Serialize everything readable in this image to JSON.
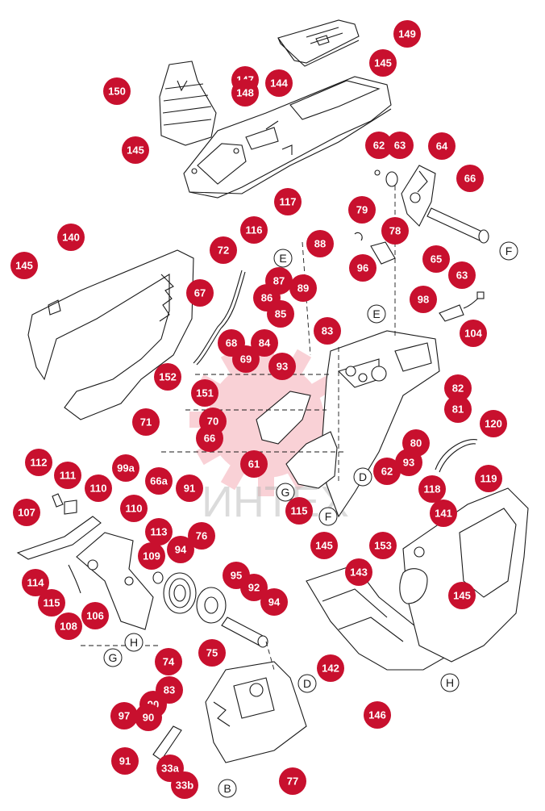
{
  "diagram": {
    "watermark_text": "ИНТЕХ",
    "callout_color": "#c8102e",
    "watermark_color": "#e8324a",
    "part_numbers": [
      "149",
      "145",
      "150",
      "147",
      "148",
      "144",
      "145",
      "62",
      "63",
      "64",
      "66",
      "117",
      "79",
      "78",
      "140",
      "116",
      "72",
      "88",
      "65",
      "63",
      "145",
      "96",
      "67",
      "87",
      "86",
      "89",
      "85",
      "98",
      "83",
      "104",
      "68",
      "84",
      "69",
      "93",
      "152",
      "151",
      "71",
      "70",
      "66",
      "82",
      "81",
      "80",
      "120",
      "112",
      "111",
      "66a",
      "99a",
      "91",
      "110",
      "62",
      "93",
      "61",
      "118",
      "119",
      "107",
      "110",
      "113",
      "76",
      "94",
      "141",
      "115",
      "145",
      "153",
      "109",
      "95",
      "92",
      "94",
      "143",
      "114",
      "115",
      "108",
      "106",
      "75",
      "74",
      "83",
      "90",
      "97",
      "90",
      "91",
      "33a",
      "33b",
      "77",
      "146",
      "142",
      "145"
    ],
    "reference_letters": [
      "E",
      "F",
      "E",
      "D",
      "G",
      "F",
      "G",
      "H",
      "D",
      "H",
      "B"
    ]
  }
}
